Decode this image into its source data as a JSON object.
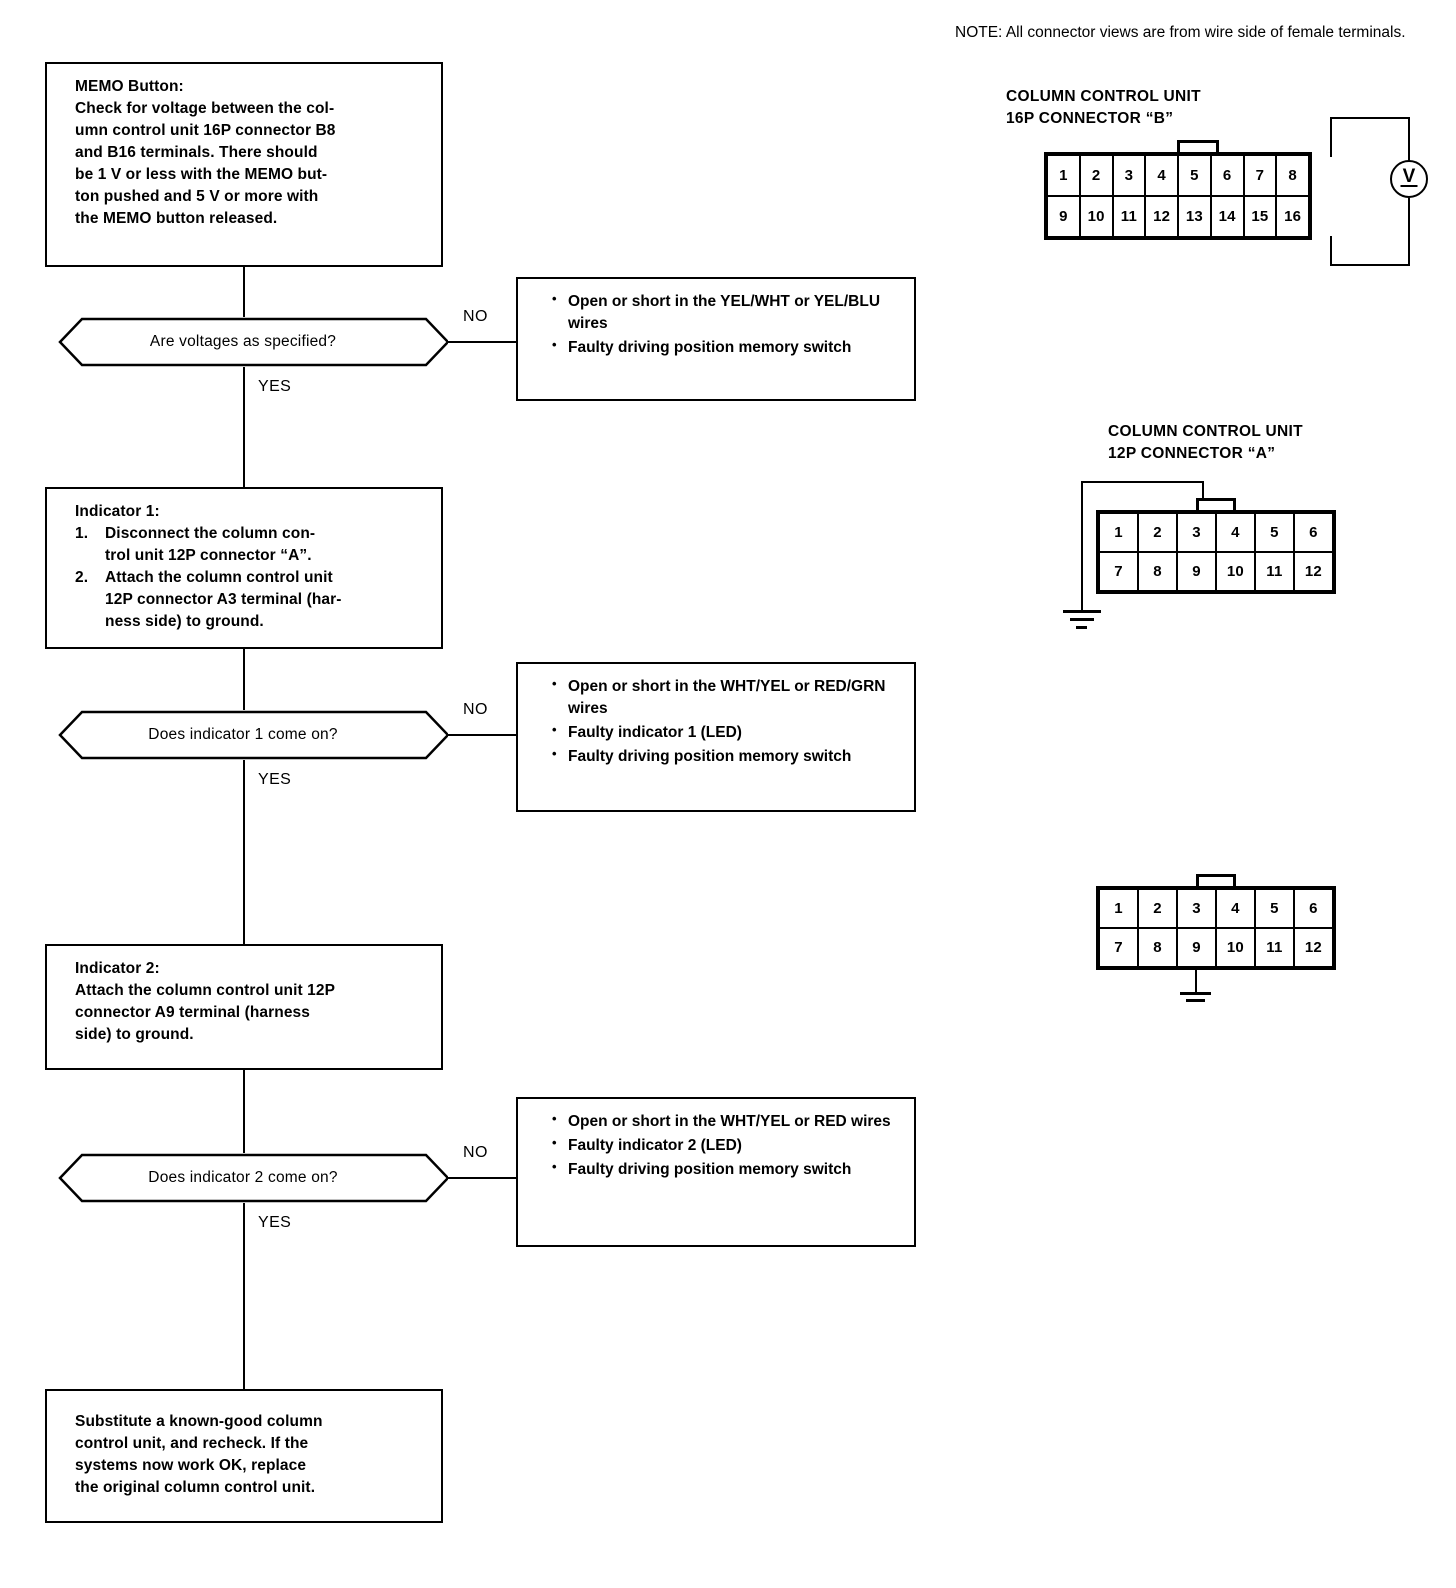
{
  "flow": {
    "steps": [
      {
        "id": "memo-button",
        "title": "MEMO Button:",
        "lines": [
          "Check for voltage between the col-",
          "umn control unit 16P connector B8",
          "and B16 terminals. There should",
          "be 1 V or less with the MEMO but-",
          "ton pushed and 5 V or more with",
          "the MEMO button released."
        ]
      },
      {
        "id": "indicator-1",
        "title": "Indicator 1:",
        "items": [
          {
            "num": "1.",
            "lines": [
              "Disconnect the column con-",
              "trol unit 12P connector “A”."
            ]
          },
          {
            "num": "2.",
            "lines": [
              "Attach the column control unit",
              "12P connector A3 terminal (har-",
              "ness side) to ground."
            ]
          }
        ]
      },
      {
        "id": "indicator-2",
        "title": "Indicator 2:",
        "lines": [
          "Attach the column control unit 12P",
          "connector A9 terminal (harness",
          "side) to ground."
        ]
      },
      {
        "id": "substitute",
        "title": "",
        "lines": [
          "Substitute a known-good column",
          "control unit, and recheck. If the",
          "systems now work OK, replace",
          "the original column control unit."
        ]
      }
    ],
    "decisions": [
      {
        "id": "voltages-specified",
        "label": "Are voltages as specified?",
        "yes": "YES",
        "no": "NO"
      },
      {
        "id": "indicator-1-on",
        "label": "Does indicator 1 come on?",
        "yes": "YES",
        "no": "NO"
      },
      {
        "id": "indicator-2-on",
        "label": "Does indicator 2 come on?",
        "yes": "YES",
        "no": "NO"
      }
    ],
    "results": [
      {
        "id": "result-voltages",
        "bullets": [
          "Open or short in the YEL/WHT or YEL/BLU wires",
          "Faulty driving position memory switch"
        ]
      },
      {
        "id": "result-indicator-1",
        "bullets": [
          "Open or short in the WHT/YEL or RED/GRN wires",
          "Faulty indicator 1 (LED)",
          "Faulty driving position memory switch"
        ]
      },
      {
        "id": "result-indicator-2",
        "bullets": [
          "Open or short in the WHT/YEL or RED wires",
          "Faulty indicator 2 (LED)",
          "Faulty driving position memory switch"
        ]
      }
    ]
  },
  "sidebar": {
    "note": "NOTE: All connector views are from wire side of female terminals.",
    "connectors": [
      {
        "id": "connector-16p-b",
        "title_line1": "COLUMN CONTROL UNIT",
        "title_line2": "16P CONNECTOR “B”",
        "rows": [
          [
            "1",
            "2",
            "3",
            "4",
            "5",
            "6",
            "7",
            "8"
          ],
          [
            "9",
            "10",
            "11",
            "12",
            "13",
            "14",
            "15",
            "16"
          ]
        ],
        "meter_label": "V"
      },
      {
        "id": "connector-12p-a",
        "title_line1": "COLUMN CONTROL UNIT",
        "title_line2": "12P CONNECTOR “A”",
        "rows": [
          [
            "1",
            "2",
            "3",
            "4",
            "5",
            "6"
          ],
          [
            "7",
            "8",
            "9",
            "10",
            "11",
            "12"
          ]
        ]
      },
      {
        "id": "connector-12p-a-second",
        "title_line1": "",
        "title_line2": "",
        "rows": [
          [
            "1",
            "2",
            "3",
            "4",
            "5",
            "6"
          ],
          [
            "7",
            "8",
            "9",
            "10",
            "11",
            "12"
          ]
        ]
      }
    ]
  },
  "colors": {
    "ink": "#000000",
    "paper": "#ffffff"
  }
}
